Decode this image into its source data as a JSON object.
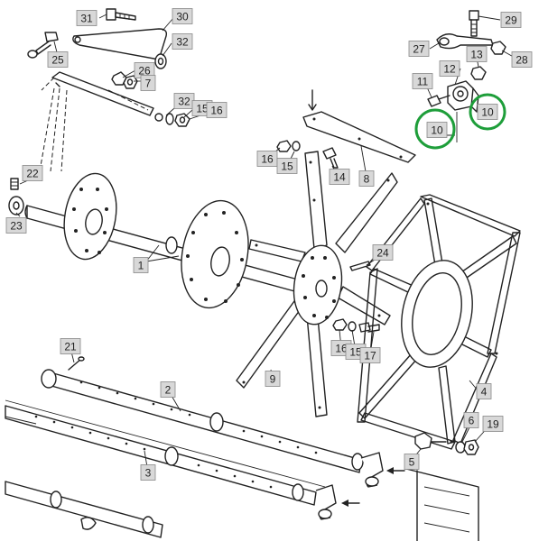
{
  "labels": [
    "31",
    "30",
    "32",
    "25",
    "26",
    "7",
    "32",
    "15",
    "16",
    "29",
    "27",
    "28",
    "13",
    "12",
    "11",
    "10",
    "10",
    "16",
    "15",
    "14",
    "8",
    "22",
    "23",
    "1",
    "24",
    "9",
    "16",
    "15",
    "17",
    "21",
    "2",
    "3",
    "4",
    "6",
    "19",
    "5"
  ],
  "highlight_color": "#1e9e3a"
}
